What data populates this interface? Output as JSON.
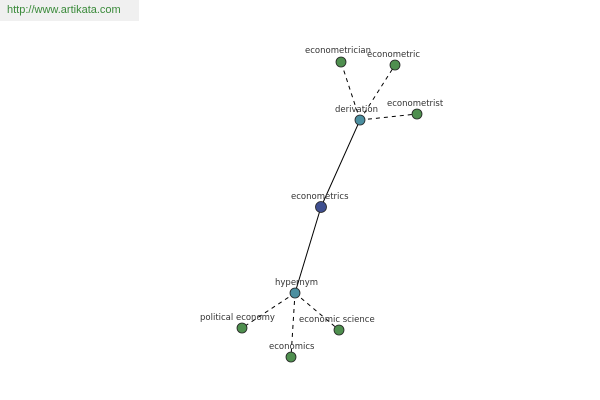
{
  "banner": {
    "url": "http://www.artikata.com"
  },
  "colors": {
    "center": "#3f4f8f",
    "relation": "#4c8fa0",
    "leaf": "#4f8f4f"
  },
  "graph": {
    "nodes": [
      {
        "id": "econometrics",
        "label": "econometrics",
        "kind": "center"
      },
      {
        "id": "derivation",
        "label": "derivation",
        "kind": "relation"
      },
      {
        "id": "hypernym",
        "label": "hypernym",
        "kind": "relation"
      },
      {
        "id": "econometrician",
        "label": "econometrician",
        "kind": "leaf"
      },
      {
        "id": "econometric",
        "label": "econometric",
        "kind": "leaf"
      },
      {
        "id": "econometrist",
        "label": "econometrist",
        "kind": "leaf"
      },
      {
        "id": "political-economy",
        "label": "political economy",
        "kind": "leaf"
      },
      {
        "id": "economics",
        "label": "economics",
        "kind": "leaf"
      },
      {
        "id": "economic-science",
        "label": "economic science",
        "kind": "leaf"
      }
    ],
    "edges": [
      {
        "from": "econometrics",
        "to": "derivation",
        "style": "solid"
      },
      {
        "from": "econometrics",
        "to": "hypernym",
        "style": "solid"
      },
      {
        "from": "derivation",
        "to": "econometrician",
        "style": "dashed"
      },
      {
        "from": "derivation",
        "to": "econometric",
        "style": "dashed"
      },
      {
        "from": "derivation",
        "to": "econometrist",
        "style": "dashed"
      },
      {
        "from": "hypernym",
        "to": "political-economy",
        "style": "dashed"
      },
      {
        "from": "hypernym",
        "to": "economics",
        "style": "dashed"
      },
      {
        "from": "hypernym",
        "to": "economic-science",
        "style": "dashed"
      }
    ]
  }
}
